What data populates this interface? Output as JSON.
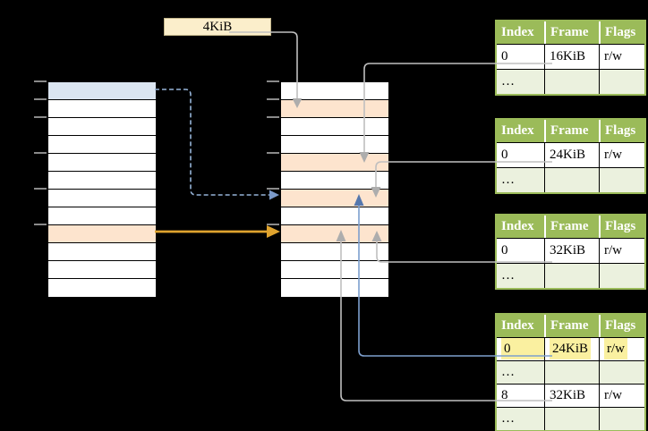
{
  "palette": {
    "background": "#000000",
    "row_blue": "#DBE5F1",
    "row_orange": "#FDE4CE",
    "box_cream": "#FBEECB",
    "table_header_green": "#9BBB59",
    "table_alt_green": "#EBF1DE",
    "highlight_yellow": "#FAF0A0",
    "line_gray": "#BFBFBF",
    "line_blue": "#7D9FCE",
    "dashed_blue": "#95B3D7",
    "arrow_orange": "#DFA32E"
  },
  "page_size_box": {
    "label": "4KiB"
  },
  "left_column": {
    "rows": [
      {
        "variant": "blue"
      },
      {
        "variant": "white"
      },
      {
        "variant": "white"
      },
      {
        "variant": "white"
      },
      {
        "variant": "white"
      },
      {
        "variant": "white"
      },
      {
        "variant": "white"
      },
      {
        "variant": "white"
      },
      {
        "variant": "orange"
      },
      {
        "variant": "white"
      },
      {
        "variant": "white"
      },
      {
        "variant": "white"
      }
    ]
  },
  "middle_column": {
    "rows": [
      {
        "variant": "white"
      },
      {
        "variant": "orange"
      },
      {
        "variant": "white"
      },
      {
        "variant": "white"
      },
      {
        "variant": "orange"
      },
      {
        "variant": "white"
      },
      {
        "variant": "orange"
      },
      {
        "variant": "white"
      },
      {
        "variant": "orange"
      },
      {
        "variant": "white"
      },
      {
        "variant": "white"
      },
      {
        "variant": "white"
      }
    ]
  },
  "frame_tables": [
    {
      "name": "frame-table-1",
      "headers": [
        "Index",
        "Frame",
        "Flags"
      ],
      "rows": [
        {
          "variant": "data",
          "highlighted": false,
          "cells": [
            "0",
            "16KiB",
            "r/w"
          ]
        },
        {
          "variant": "dots",
          "highlighted": false,
          "cells": [
            "…",
            "",
            ""
          ]
        }
      ]
    },
    {
      "name": "frame-table-2",
      "headers": [
        "Index",
        "Frame",
        "Flags"
      ],
      "rows": [
        {
          "variant": "data",
          "highlighted": false,
          "cells": [
            "0",
            "24KiB",
            "r/w"
          ]
        },
        {
          "variant": "dots",
          "highlighted": false,
          "cells": [
            "…",
            "",
            ""
          ]
        }
      ]
    },
    {
      "name": "frame-table-3",
      "headers": [
        "Index",
        "Frame",
        "Flags"
      ],
      "rows": [
        {
          "variant": "data",
          "highlighted": false,
          "cells": [
            "0",
            "32KiB",
            "r/w"
          ]
        },
        {
          "variant": "dots",
          "highlighted": false,
          "cells": [
            "…",
            "",
            ""
          ]
        }
      ]
    },
    {
      "name": "frame-table-4",
      "headers": [
        "Index",
        "Frame",
        "Flags"
      ],
      "rows": [
        {
          "variant": "data",
          "highlighted": true,
          "cells": [
            "0",
            "24KiB",
            "r/w"
          ]
        },
        {
          "variant": "dots",
          "highlighted": false,
          "cells": [
            "…",
            "",
            ""
          ]
        },
        {
          "variant": "data",
          "highlighted": false,
          "cells": [
            "8",
            "32KiB",
            "r/w"
          ]
        },
        {
          "variant": "dots",
          "highlighted": false,
          "cells": [
            "…",
            "",
            ""
          ]
        }
      ]
    }
  ],
  "connectors": [
    {
      "name": "page-size-to-frame-arrow",
      "color_key": "line_gray",
      "style": "solid"
    },
    {
      "name": "table1-frame-arrow",
      "color_key": "line_gray",
      "style": "solid"
    },
    {
      "name": "table2-frame-arrow",
      "color_key": "line_gray",
      "style": "solid"
    },
    {
      "name": "table3-frame-arrow",
      "color_key": "line_gray",
      "style": "solid"
    },
    {
      "name": "table4-row0-frame-arrow",
      "color_key": "line_blue",
      "style": "solid"
    },
    {
      "name": "table4-row8-frame-arrow",
      "color_key": "line_gray",
      "style": "solid"
    },
    {
      "name": "level1-to-level2-dashed-arrow",
      "color_key": "dashed_blue",
      "style": "dashed"
    },
    {
      "name": "level1-to-level2-orange-arrow",
      "color_key": "arrow_orange",
      "style": "solid"
    }
  ]
}
